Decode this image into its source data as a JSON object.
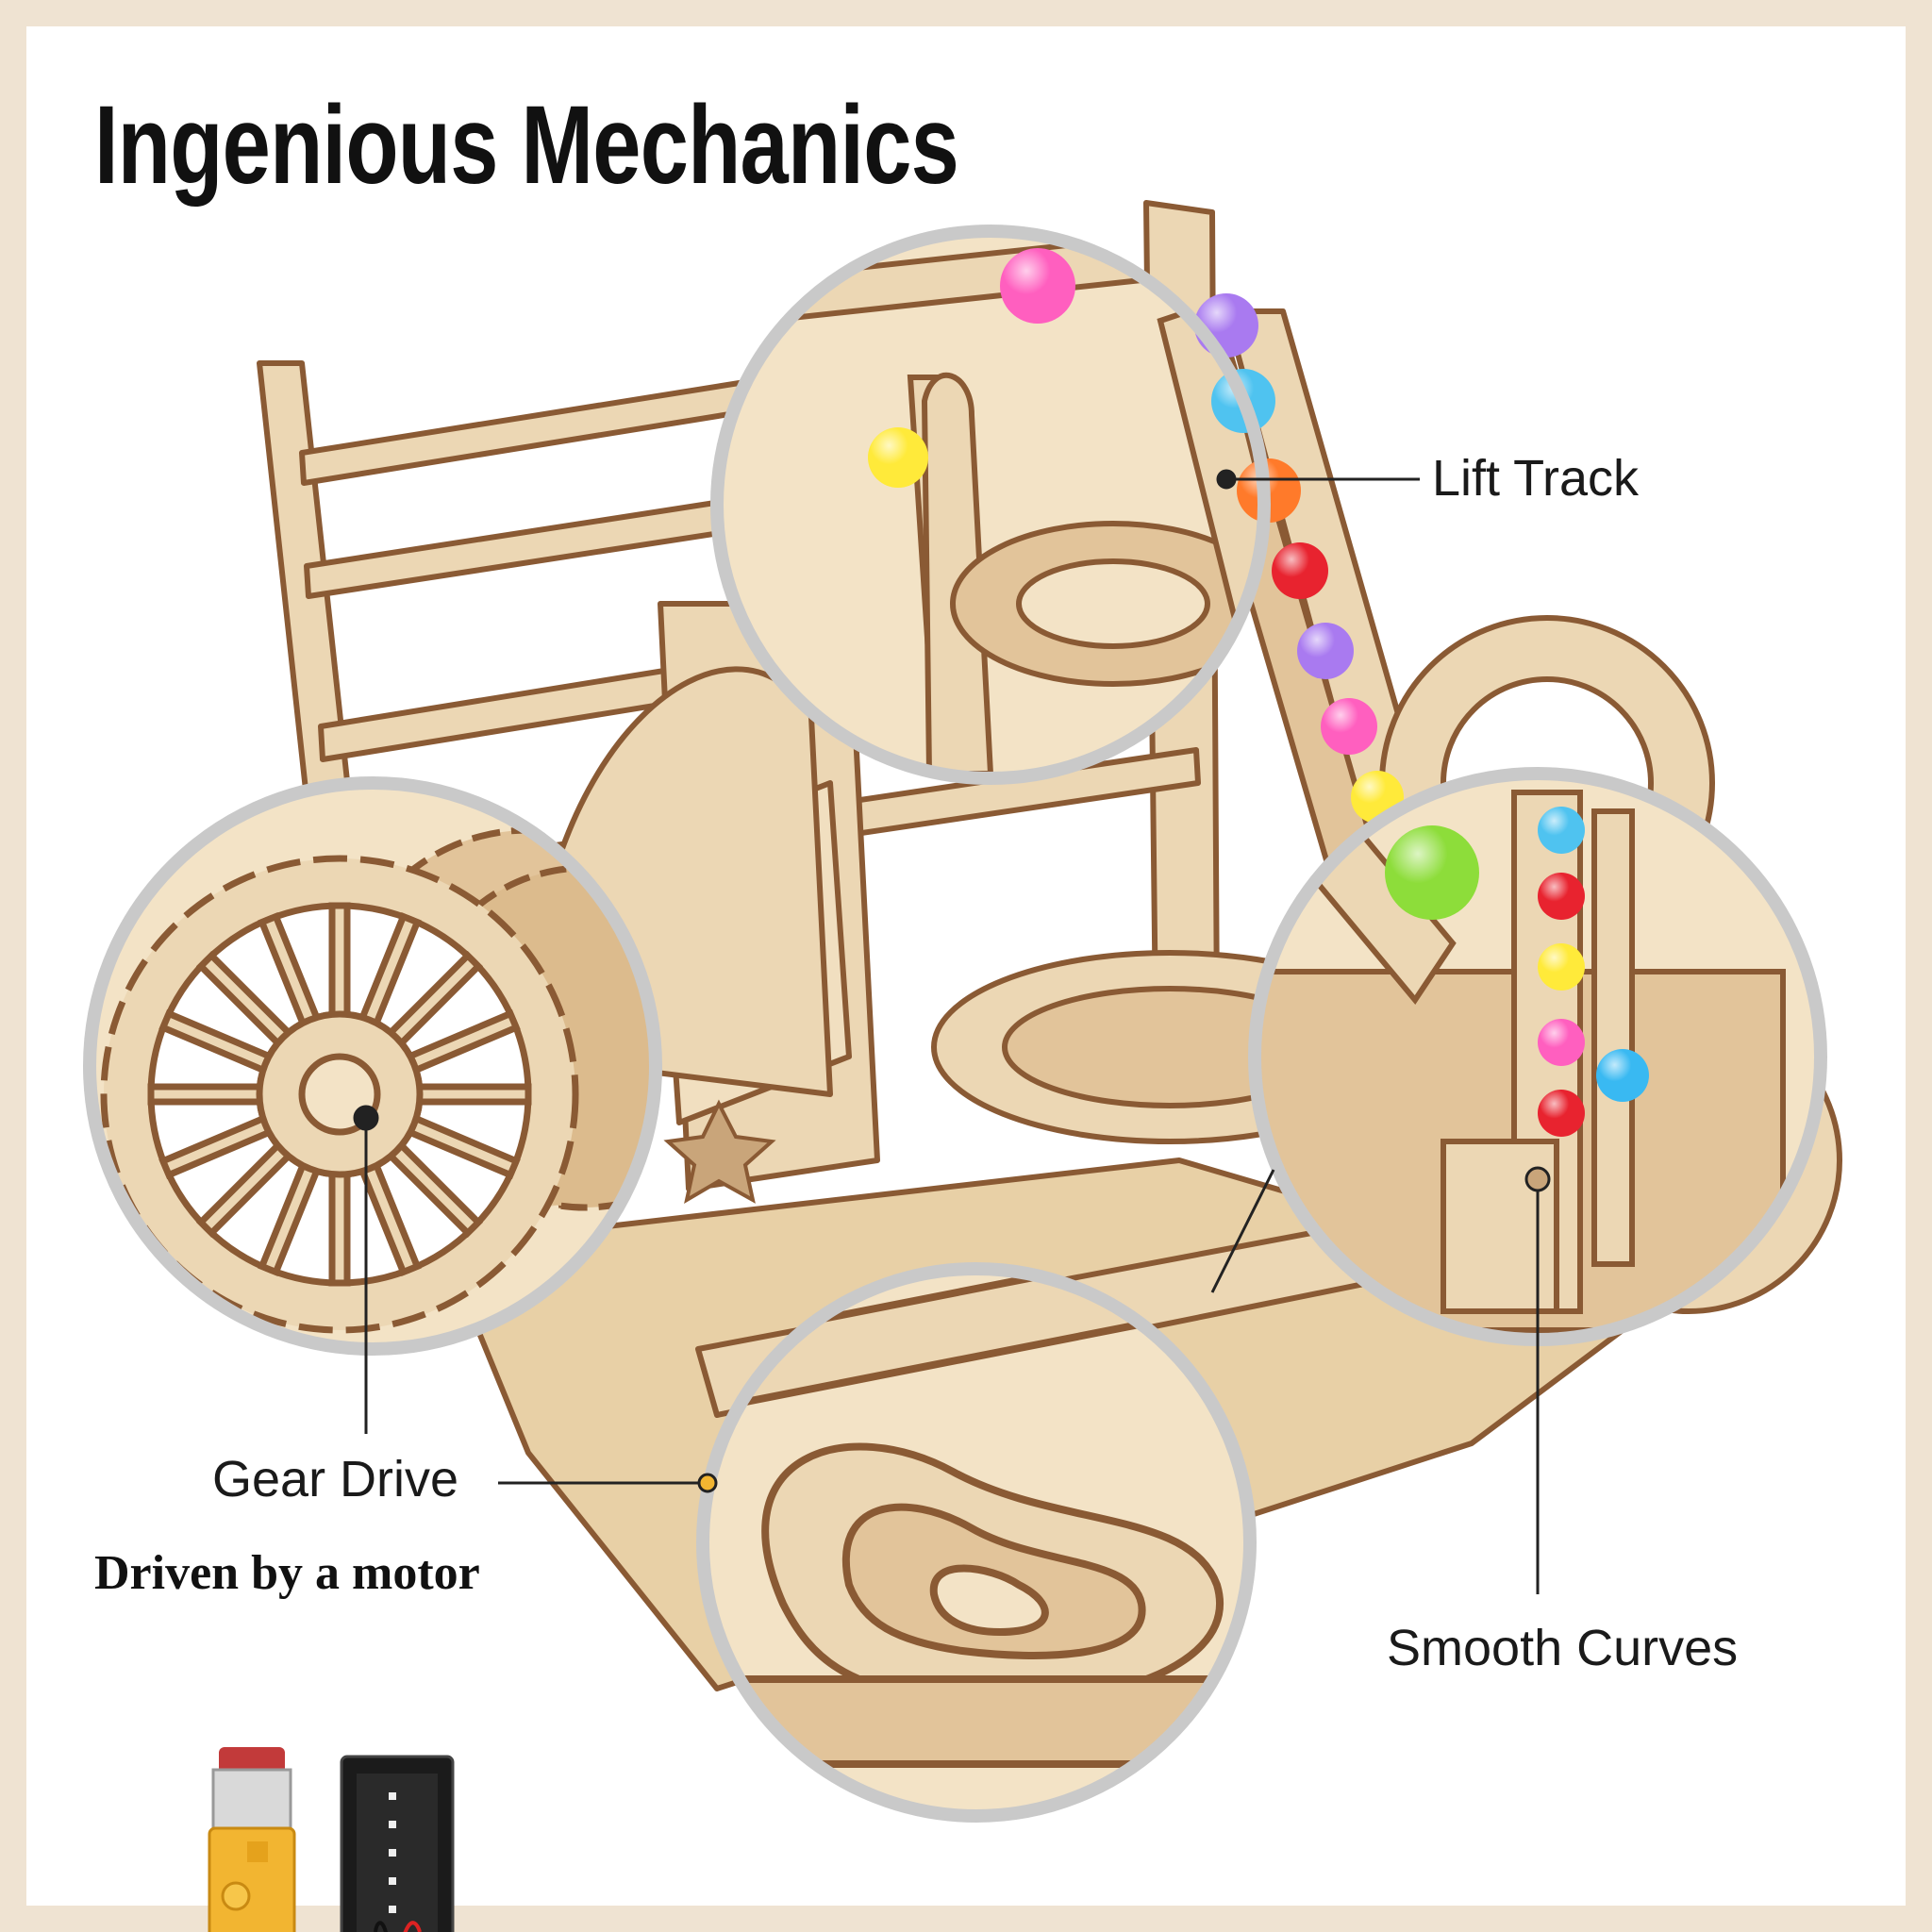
{
  "title": "Ingenious Mechanics",
  "callouts": {
    "lift_track": "Lift Track",
    "gear_drive": "Gear Drive",
    "smooth_curves": "Smooth Curves"
  },
  "motor_caption": "Driven by a motor",
  "colors": {
    "background": "#ffffff",
    "frame": "#efe3d2",
    "wood_light": "#ecd7b4",
    "wood_edge": "#8a5a34",
    "zoom_ring": "#c9c9c9",
    "motor_yellow": "#f2b531",
    "battery_black": "#1b1b1b"
  },
  "balls": [
    "#ff5fbf",
    "#a97af0",
    "#4fc3f0",
    "#ff7a2a",
    "#e8232f",
    "#ffea3a",
    "#8ddd3a",
    "#39b9f2"
  ]
}
